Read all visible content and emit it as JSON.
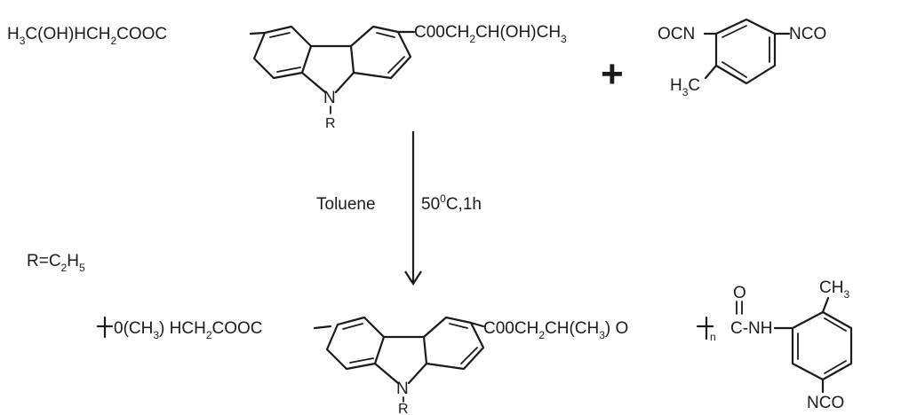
{
  "reactants": {
    "left_chain_head": "H",
    "left_chain_sub1": "3",
    "left_chain_mid": "C(OH)HCH",
    "left_chain_sub2": "2",
    "left_chain_tail": "COOC",
    "right_chain_head": "C00CH",
    "right_chain_sub1": "2",
    "right_chain_mid": "CH(OH)CH",
    "right_chain_sub2": "3",
    "nitrogen": "N",
    "r_group": "R"
  },
  "plus_sign": "+",
  "diisocyanate": {
    "left_group": "OCN",
    "right_group": "NCO",
    "methyl_head": "H",
    "methyl_sub": "3",
    "methyl_tail": "C"
  },
  "conditions": {
    "solvent": "Toluene",
    "temperature_value": "50",
    "temperature_sup": "0",
    "temperature_unit": "C,1h"
  },
  "r_definition": {
    "head": "R=C",
    "sub1": "2",
    "mid": "H",
    "sub2": "5"
  },
  "product": {
    "left_chain_head": "0(CH",
    "left_chain_sub1": "3",
    "left_chain_mid": ") HCH",
    "left_chain_sub2": "2",
    "left_chain_tail": "COOC",
    "right_chain_head": "C00CH",
    "right_chain_sub1": "2",
    "right_chain_mid": "CH(CH",
    "right_chain_sub2": "3",
    "right_chain_tail": ") O",
    "repeat_subscript": "n",
    "carbonyl_oxygen": "O",
    "urethane": "C-NH",
    "methyl_head": "CH",
    "methyl_sub": "3",
    "isocyanate": "NCO",
    "nitrogen": "N",
    "r_group": "R"
  }
}
